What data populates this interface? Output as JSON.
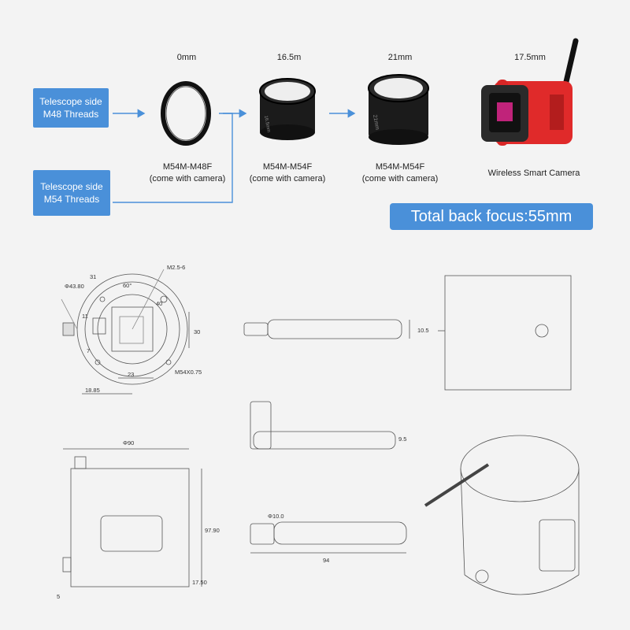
{
  "colors": {
    "accent": "#4a90d9",
    "camera_red": "#e02a2a",
    "sensor_magenta": "#c0237a",
    "line": "#4a90d9"
  },
  "inputs": [
    {
      "line1": "Telescope side",
      "line2": "M48 Threads"
    },
    {
      "line1": "Telescope side",
      "line2": "M54 Threads"
    }
  ],
  "parts": [
    {
      "length": "0mm",
      "name": "M54M-M48F",
      "note": "(come with camera)"
    },
    {
      "length": "16.5m",
      "name": "M54M-M54F",
      "note": "(come with camera)"
    },
    {
      "length": "21mm",
      "name": "M54M-M54F",
      "note": "(come with camera)"
    },
    {
      "length": "17.5mm",
      "name": "Wireless Smart Camera",
      "note": ""
    }
  ],
  "ring_engravings": [
    "16.5mm",
    "21mm"
  ],
  "total": "Total back focus:55mm",
  "drawing_dims": {
    "front": [
      "M2.5-6",
      "60°",
      "31",
      "Φ43.80",
      "40",
      "11",
      "30",
      "7",
      "23",
      "M54X0.75",
      "18.85"
    ],
    "antenna": [
      "10.5",
      "9.5",
      "Φ10.0",
      "94"
    ],
    "side": [
      "Φ90",
      "97.90",
      "17.50",
      "5"
    ]
  }
}
